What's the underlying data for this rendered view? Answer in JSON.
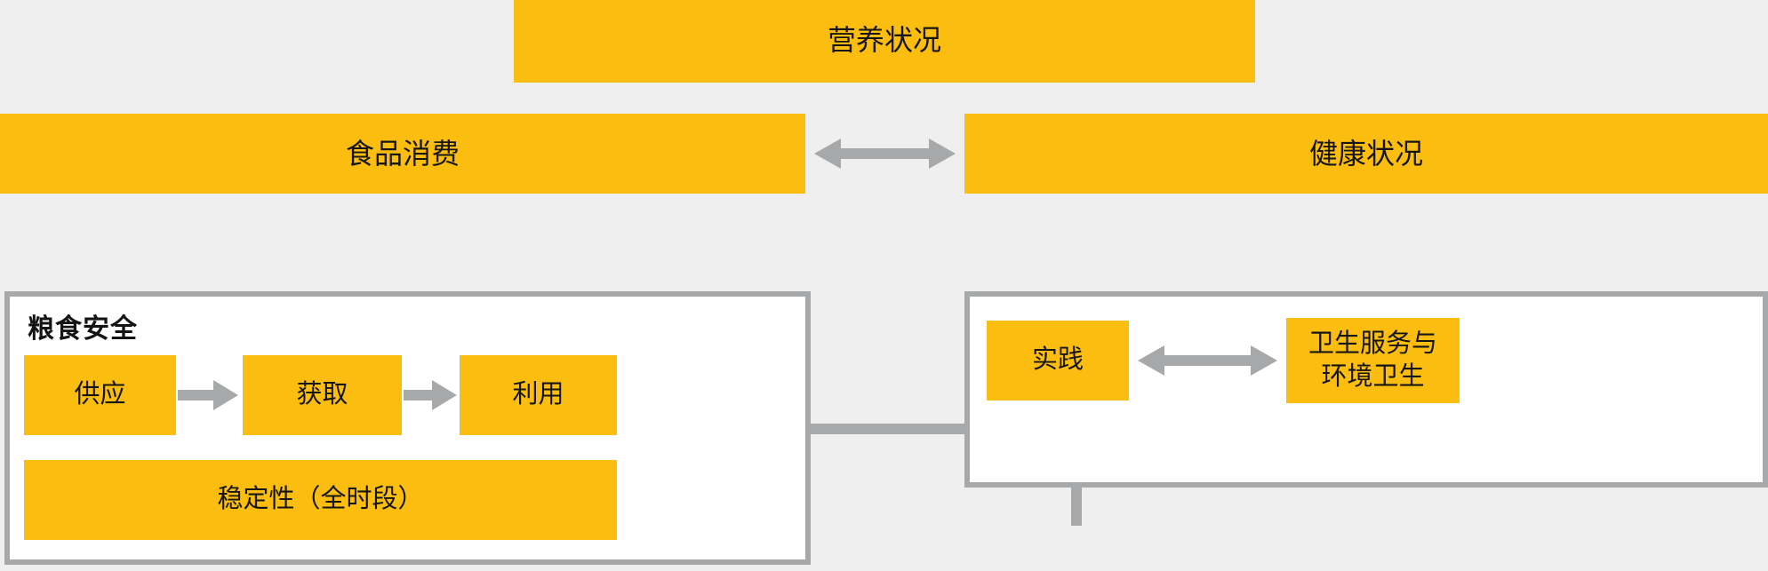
{
  "diagram": {
    "title_box": {
      "label": "营养状况"
    },
    "level2": {
      "left": {
        "label": "食品消费"
      },
      "right": {
        "label": "健康状况"
      },
      "link": {
        "icon": "double-headed-arrow-horizontal-icon"
      }
    },
    "food_security_panel": {
      "title": "粮食安全",
      "chain": [
        {
          "label": "供应"
        },
        {
          "label": "获取"
        },
        {
          "label": "利用"
        }
      ],
      "chain_arrows": "arrow-right-icon",
      "footer": {
        "label": "稳定性（全时段）"
      }
    },
    "health_panel": {
      "items": [
        {
          "label": "实践"
        },
        {
          "label": "卫生服务与\n环境卫生",
          "line1": "卫生服务与",
          "line2": "环境卫生"
        }
      ],
      "link": {
        "icon": "double-headed-arrow-horizontal-icon"
      }
    },
    "connectors": {
      "up_arrow_icon": "arrow-up-icon",
      "count": 4
    },
    "colors": {
      "box_fill": "#FABD10",
      "connector": "#A7A8AA",
      "panel_border": "#A7A8AA",
      "panel_fill": "#FFFFFF",
      "background": "#EFEFEF",
      "text": "#161616"
    }
  }
}
